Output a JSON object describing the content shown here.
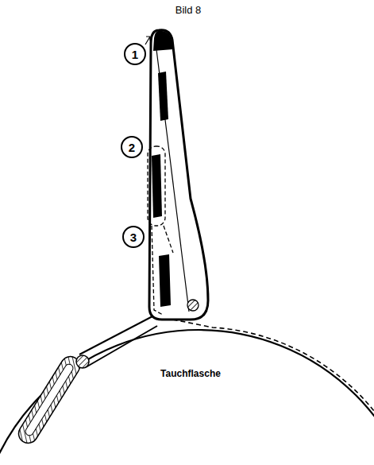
{
  "diagram": {
    "title": "Bild 8",
    "labels": [
      "1",
      "2",
      "3",
      "Tauchflasche"
    ]
  }
}
